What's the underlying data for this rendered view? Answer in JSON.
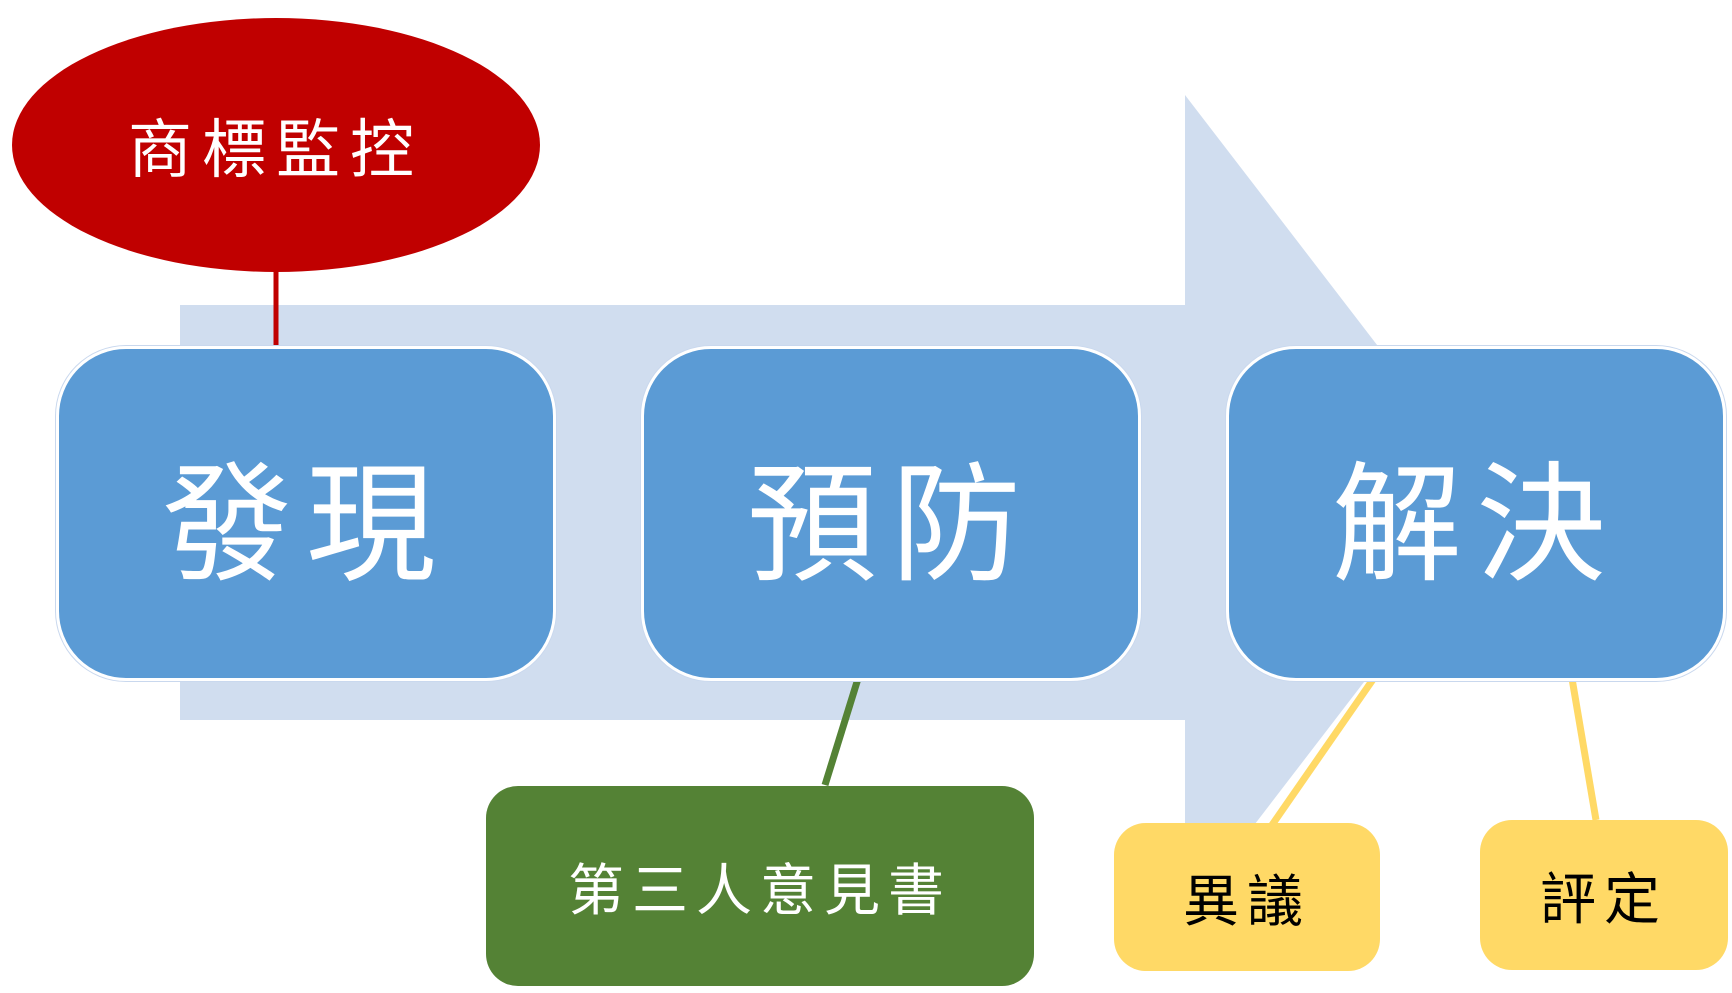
{
  "stages": [
    {
      "label": "發現"
    },
    {
      "label": "預防"
    },
    {
      "label": "解決"
    }
  ],
  "callouts": {
    "monitoring": "商標監控",
    "third_party_opinion": "第三人意見書",
    "opposition": "異議",
    "invalidation": "評定"
  },
  "colors": {
    "big_arrow": "#d0ddef",
    "stage_box": "#5b9bd5",
    "oval": "#c00000",
    "green_box": "#548235",
    "yellow_box": "#ffd966",
    "red_arrow": "#c00000",
    "green_arrow": "#548235",
    "yellow_arrow": "#ffd966"
  }
}
